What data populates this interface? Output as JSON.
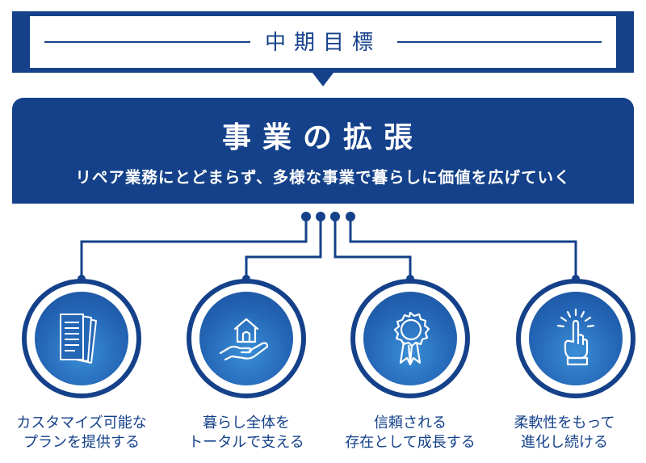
{
  "header": {
    "title": "中期目標"
  },
  "main": {
    "title": "事業の拡張",
    "subtitle": "リペア業務にとどまらず、多様な事業で暮らしに価値を広げていく"
  },
  "items": [
    {
      "icon": "documents-icon",
      "line1": "カスタマイズ可能な",
      "line2": "プランを提供する"
    },
    {
      "icon": "house-in-hand-icon",
      "line1": "暮らし全体を",
      "line2": "トータルで支える"
    },
    {
      "icon": "award-ribbon-icon",
      "line1": "信頼される",
      "line2": "存在として成長する"
    },
    {
      "icon": "raised-finger-icon",
      "line1": "柔軟性をもって",
      "line2": "進化し続ける"
    }
  ],
  "colors": {
    "primary": "#14418a",
    "circle_light": "#3a8ed6",
    "circle_dark": "#1a4f9b"
  }
}
